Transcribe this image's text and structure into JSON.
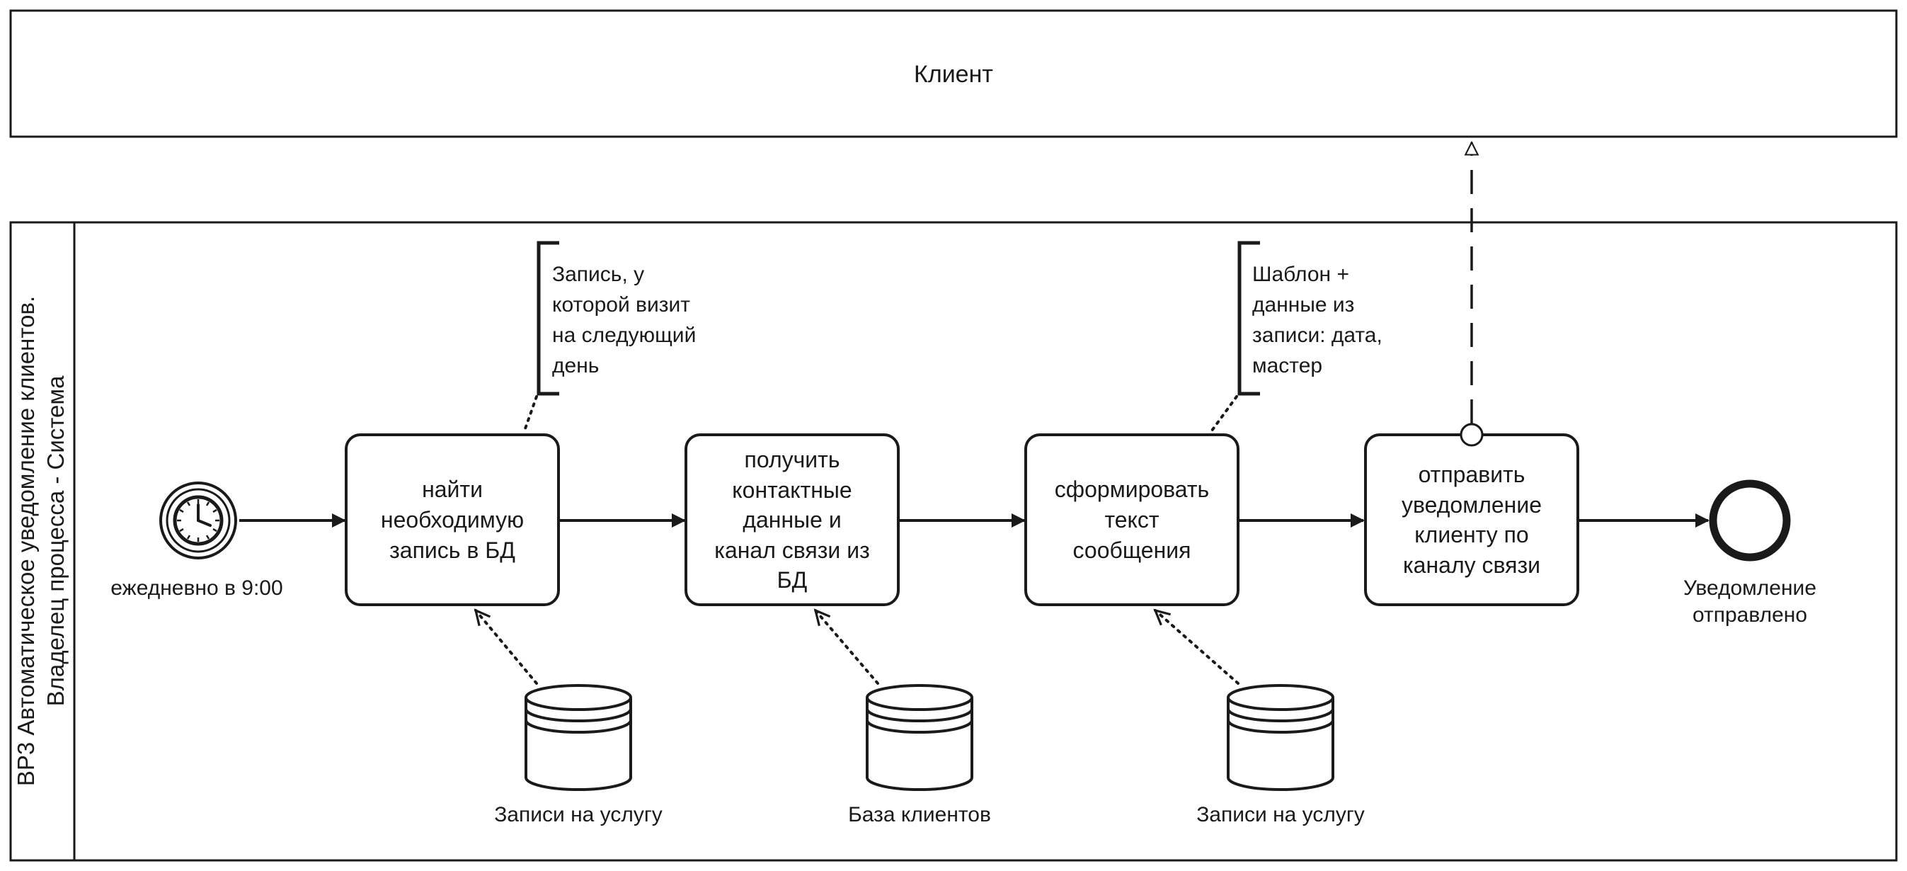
{
  "pools": {
    "client": {
      "label": "Клиент"
    },
    "process": {
      "label_lines": [
        "BP3 Автоматическое уведомление клиентов.",
        "Владелец процесса - Система"
      ]
    }
  },
  "events": {
    "start": {
      "label": "ежедневно в 9:00",
      "icon": "clock-icon"
    },
    "end": {
      "label_lines": [
        "Уведомление",
        "отправлено"
      ]
    }
  },
  "tasks": [
    {
      "lines": [
        "найти",
        "необходимую",
        "запись в БД"
      ]
    },
    {
      "lines": [
        "получить",
        "контактные",
        "данные и",
        "канал связи из",
        "БД"
      ]
    },
    {
      "lines": [
        "сформировать",
        "текст",
        "сообщения"
      ]
    },
    {
      "lines": [
        "отправить",
        "уведомление",
        "клиенту по",
        "каналу связи"
      ]
    }
  ],
  "annotations": [
    {
      "lines": [
        "Запись, у",
        "которой визит",
        "на следующий",
        "день"
      ]
    },
    {
      "lines": [
        "Шаблон +",
        "данные из",
        "записи: дата,",
        "мастер"
      ]
    }
  ],
  "data_stores": [
    {
      "label": "Записи на услугу"
    },
    {
      "label": "База клиентов"
    },
    {
      "label": "Записи на услугу"
    }
  ],
  "colors": {
    "stroke": "#1a1a1a",
    "background": "#ffffff"
  }
}
